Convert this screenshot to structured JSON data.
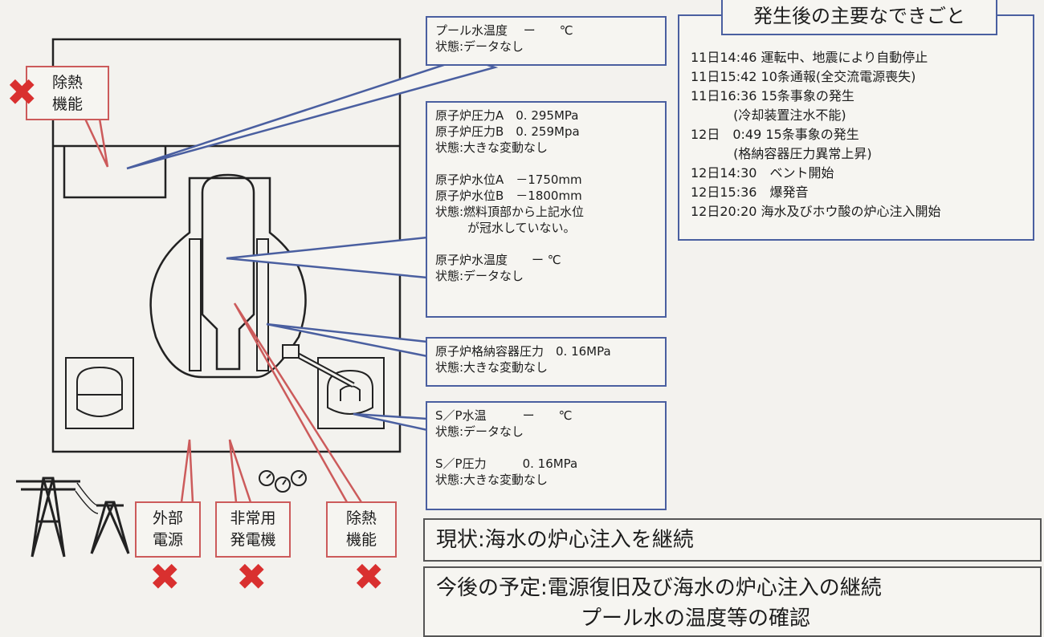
{
  "boxes": {
    "pool": [
      "プール水温度　 ー　　℃",
      "状態:データなし"
    ],
    "reactor": [
      "原子炉圧力A　0. 295MPa",
      "原子炉圧力B　0. 259Mpa",
      "状態:大きな変動なし",
      "",
      "原子炉水位A　－1750mm",
      "原子炉水位B　－1800mm",
      "状態:燃料頂部から上記水位",
      "が冠水していない。",
      "",
      "原子炉水温度　　ー ℃",
      "状態:データなし"
    ],
    "containment": [
      "原子炉格納容器圧力　0. 16MPa",
      "状態:大きな変動なし"
    ],
    "sp": [
      "S／P水温　　　ー　　℃",
      "状態:データなし",
      "",
      "S／P圧力　　　0. 16MPa",
      "状態:大きな変動なし"
    ]
  },
  "callouts": {
    "heat_removal_top": "除熱\n機能",
    "external_power": "外部\n電源",
    "emergency_generator": "非常用\n発電機",
    "heat_removal_bottom": "除熱\n機能"
  },
  "events": {
    "title": "発生後の主要なできごと",
    "items": [
      "11日14:46 運転中、地震により自動停止",
      "11日15:42 10条通報(全交流電源喪失)",
      "11日16:36 15条事象の発生",
      "　　　 (冷却装置注水不能)",
      "12日　0:49 15条事象の発生",
      "　　　 (格納容器圧力異常上昇)",
      "12日14:30　ベント開始",
      "12日15:36　爆発音",
      "12日20:20 海水及びホウ酸の炉心注入開始"
    ]
  },
  "status": {
    "current": "現状:海水の炉心注入を継続",
    "plan_line1": "今後の予定:電源復旧及び海水の炉心注入の継続",
    "plan_line2": "プール水の温度等の確認"
  },
  "marks": {
    "cross": "✖"
  },
  "colors": {
    "blue": "#4a5fa0",
    "red": "#cc5b5b",
    "cross": "#d9302f"
  }
}
